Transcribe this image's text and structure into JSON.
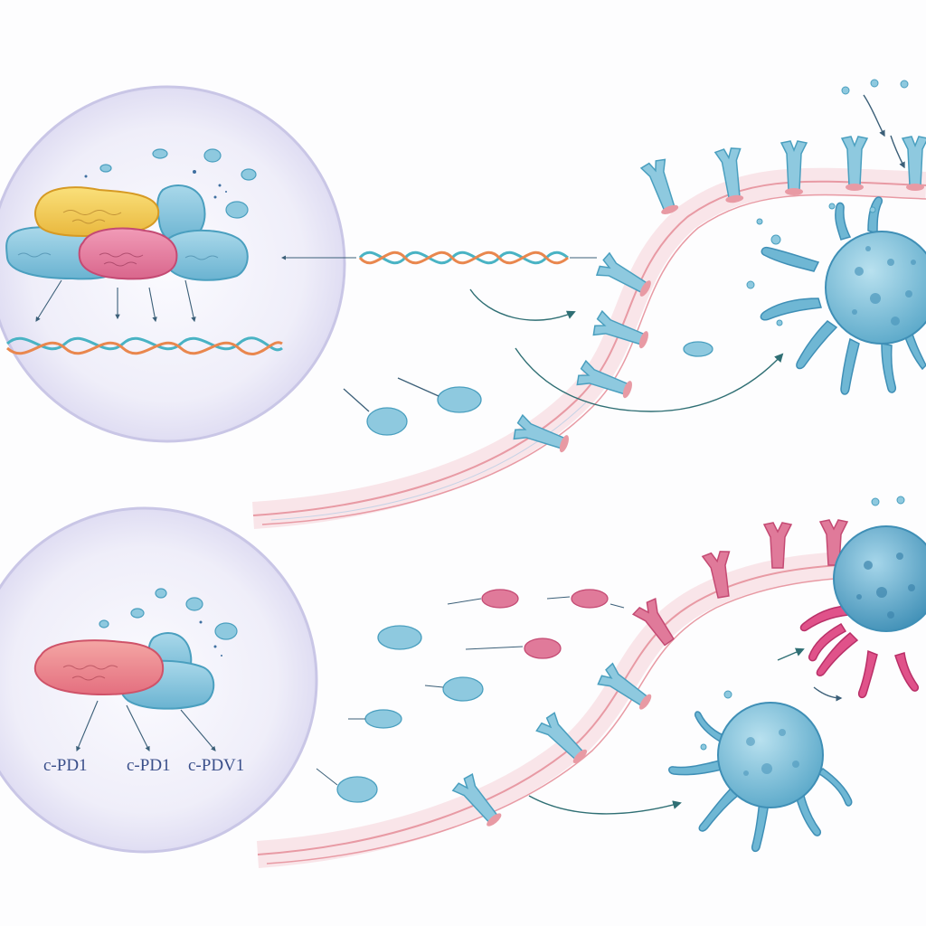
{
  "labels": {
    "gene_label_1": "c-PD1",
    "gene_label_2": "c-PD1",
    "gene_label_3": "c-PDV1"
  },
  "colors": {
    "blue_protein": "#8ec9df",
    "blue_outline": "#4a9fbf",
    "pink_protein": "#e07a9a",
    "yellow_protein": "#f3d15a",
    "orange_strand": "#e9874e",
    "teal_strand": "#49b3c4",
    "membrane_red": "#e89aa4",
    "arrow": "#2f6f74",
    "circle_edge": "#c9c6e6",
    "circle_fill": "#ecebf8",
    "cell_blue": "#7fc0da",
    "cell_pink": "#e0528a"
  }
}
